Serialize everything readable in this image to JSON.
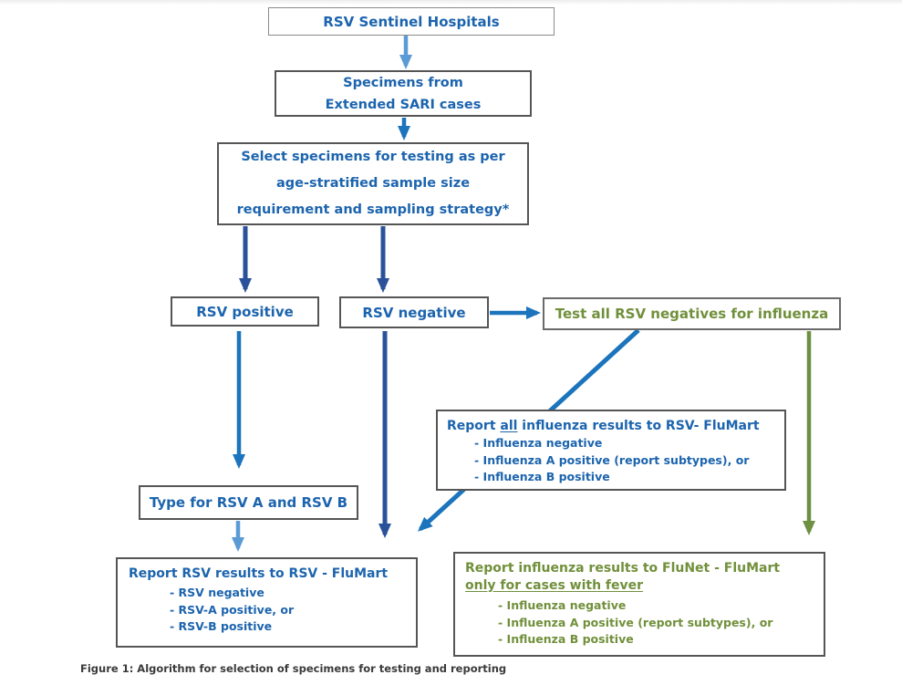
{
  "colors": {
    "blue_text": "#1C64AE",
    "green_text": "#71903B",
    "caption_text": "#3A3A3A",
    "box_border": "#555555",
    "box_border_light": "#8A8A8A",
    "arrow_light": "#5B9BD5",
    "arrow_medium": "#1B74BC",
    "arrow_navy": "#2A529B",
    "arrow_green": "#6D9042"
  },
  "nodes": {
    "sentinel": {
      "label": "RSV Sentinel Hospitals"
    },
    "specimens": {
      "line1": "Specimens from",
      "line2": "Extended SARI cases"
    },
    "select_specimens": {
      "line1": "Select specimens for testing as per",
      "line2": "age-stratified sample size",
      "line3": "requirement and sampling strategy*"
    },
    "rsv_positive": {
      "label": "RSV positive"
    },
    "rsv_negative": {
      "label": "RSV negative"
    },
    "test_negatives": {
      "label": "Test all RSV negatives for influenza"
    },
    "report_flu_flumart": {
      "title_pre": "Report ",
      "title_underlined": "all",
      "title_post": " influenza results to RSV- FluMart",
      "items": [
        "- Influenza negative",
        "- Influenza A positive (report subtypes), or",
        "- Influenza B positive"
      ]
    },
    "type_rsv": {
      "label": "Type for RSV A and RSV B"
    },
    "report_rsv": {
      "title": "Report RSV results to RSV - FluMart",
      "items": [
        "- RSV negative",
        "- RSV-A positive, or",
        "- RSV-B positive"
      ]
    },
    "report_flu_flunet": {
      "title_line1": "Report influenza results to FluNet - FluMart",
      "title_line2": "only for cases with fever",
      "items": [
        "- Influenza negative",
        "- Influenza A positive (report subtypes), or",
        "- Influenza B positive"
      ]
    }
  },
  "caption": "Figure 1: Algorithm for selection of specimens for testing and reporting"
}
